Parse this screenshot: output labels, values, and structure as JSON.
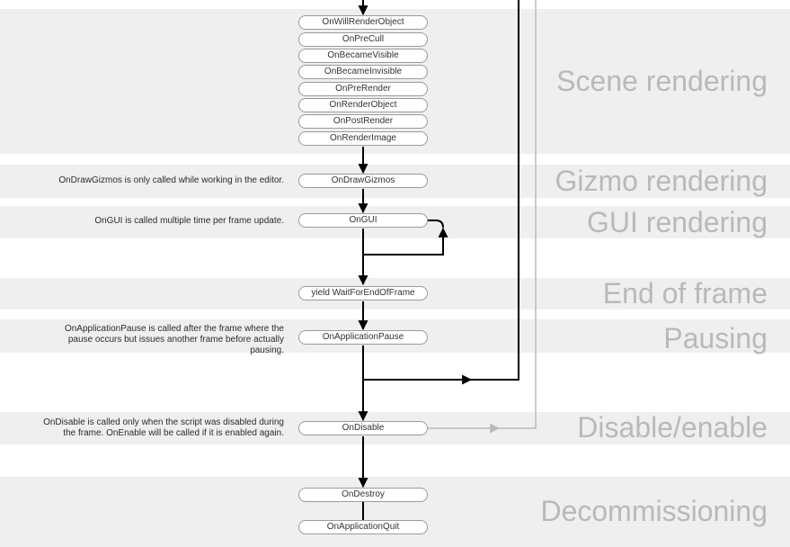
{
  "sections": {
    "scene_rendering": "Scene rendering",
    "gizmo_rendering": "Gizmo rendering",
    "gui_rendering": "GUI rendering",
    "end_of_frame": "End of frame",
    "pausing": "Pausing",
    "disable_enable": "Disable/enable",
    "decommissioning": "Decommissioning"
  },
  "nodes": {
    "on_will_render_object": "OnWillRenderObject",
    "on_pre_cull": "OnPreCull",
    "on_became_visible": "OnBecameVisible",
    "on_became_invisible": "OnBecameInvisible",
    "on_pre_render": "OnPreRender",
    "on_render_object": "OnRenderObject",
    "on_post_render": "OnPostRender",
    "on_render_image": "OnRenderImage",
    "on_draw_gizmos": "OnDrawGizmos",
    "on_gui": "OnGUI",
    "yield_wait_for_end_of_frame": "yield WaitForEndOfFrame",
    "on_application_pause": "OnApplicationPause",
    "on_disable": "OnDisable",
    "on_destroy": "OnDestroy",
    "on_application_quit": "OnApplicationQuit"
  },
  "notes": {
    "gizmos": "OnDrawGizmos is only called while working in the editor.",
    "gui": "OnGUI is called multiple time per frame update.",
    "pause": "OnApplicationPause is called after the frame where the\npause occurs but issues another frame before actually\npausing.",
    "disable": "OnDisable is called only when the script was disabled during\nthe frame. OnEnable will be called if it is enabled again."
  }
}
